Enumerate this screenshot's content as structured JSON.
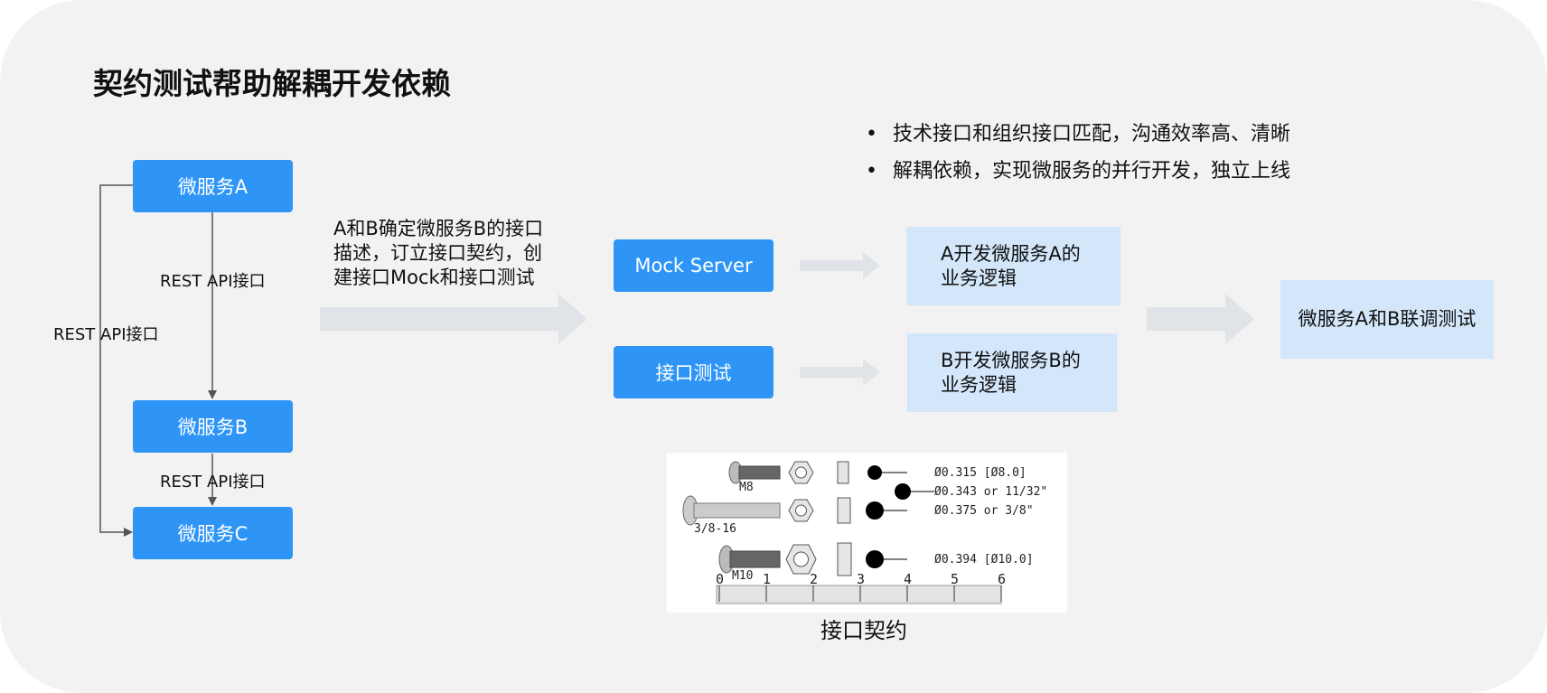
{
  "title": "契约测试帮助解耦开发依赖",
  "services": {
    "a": "微服务A",
    "b": "微服务B",
    "c": "微服务C"
  },
  "edge_labels": {
    "a_to_b": "REST API接口",
    "a_to_c": "REST API接口",
    "b_to_c": "REST API接口"
  },
  "agreement_text": [
    "A和B确定微服务B的接口",
    "描述，订立接口契约，创",
    "建接口Mock和接口测试"
  ],
  "bullets": [
    "技术接口和组织接口匹配，沟通效率高、清晰",
    "解耦依赖，实现微服务的并行开发，独立上线"
  ],
  "middle_boxes": {
    "mock_server": "Mock Server",
    "interface_test": "接口测试"
  },
  "dev_boxes": {
    "a": [
      "A开发微服务A的",
      "业务逻辑"
    ],
    "b": [
      "B开发微服务B的",
      "业务逻辑"
    ]
  },
  "joint_test": "微服务A和B联调测试",
  "contract_image": {
    "bolts": [
      "M8",
      "3/8-16",
      "M10"
    ],
    "sizes": [
      "Ø0.315 [Ø8.0]",
      "Ø0.343 or 11/32\"",
      "Ø0.375 or 3/8\"",
      "Ø0.394 [Ø10.0]"
    ],
    "ruler": [
      "0",
      "1",
      "2",
      "3",
      "4",
      "5",
      "6"
    ],
    "caption": "接口契约"
  },
  "colors": {
    "service_blue": "#2e95f7",
    "light_blue": "#d3e6fa",
    "arrow_gray": "#e0e3e7",
    "background": "#f2f2f2"
  }
}
